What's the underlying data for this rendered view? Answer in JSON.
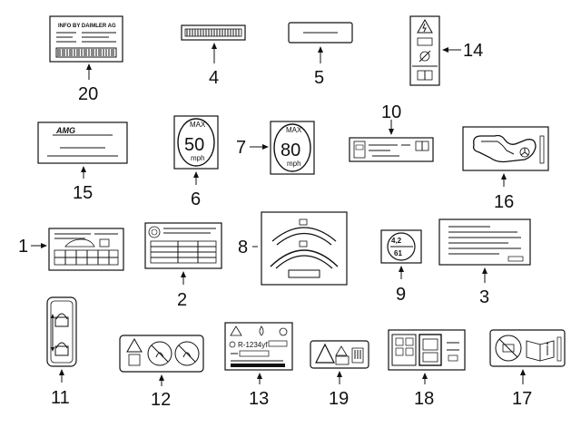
{
  "callouts": {
    "n1": "1",
    "n2": "2",
    "n3": "3",
    "n4": "4",
    "n5": "5",
    "n6": "6",
    "n7": "7",
    "n8": "8",
    "n9": "9",
    "n10": "10",
    "n11": "11",
    "n12": "12",
    "n13": "13",
    "n14": "14",
    "n15": "15",
    "n16": "16",
    "n17": "17",
    "n18": "18",
    "n19": "19",
    "n20": "20"
  },
  "labels": {
    "info_label_title": "INFO BY DAIMLER AG",
    "amg_logo": "AMG",
    "max_50": "MAX",
    "speed_50": "50",
    "unit_50": "mph",
    "max_80": "MAX",
    "speed_80": "80",
    "unit_80": "mph",
    "pressure_top": "4,2",
    "pressure_bottom": "61",
    "refrigerant": "R-1234yf"
  }
}
